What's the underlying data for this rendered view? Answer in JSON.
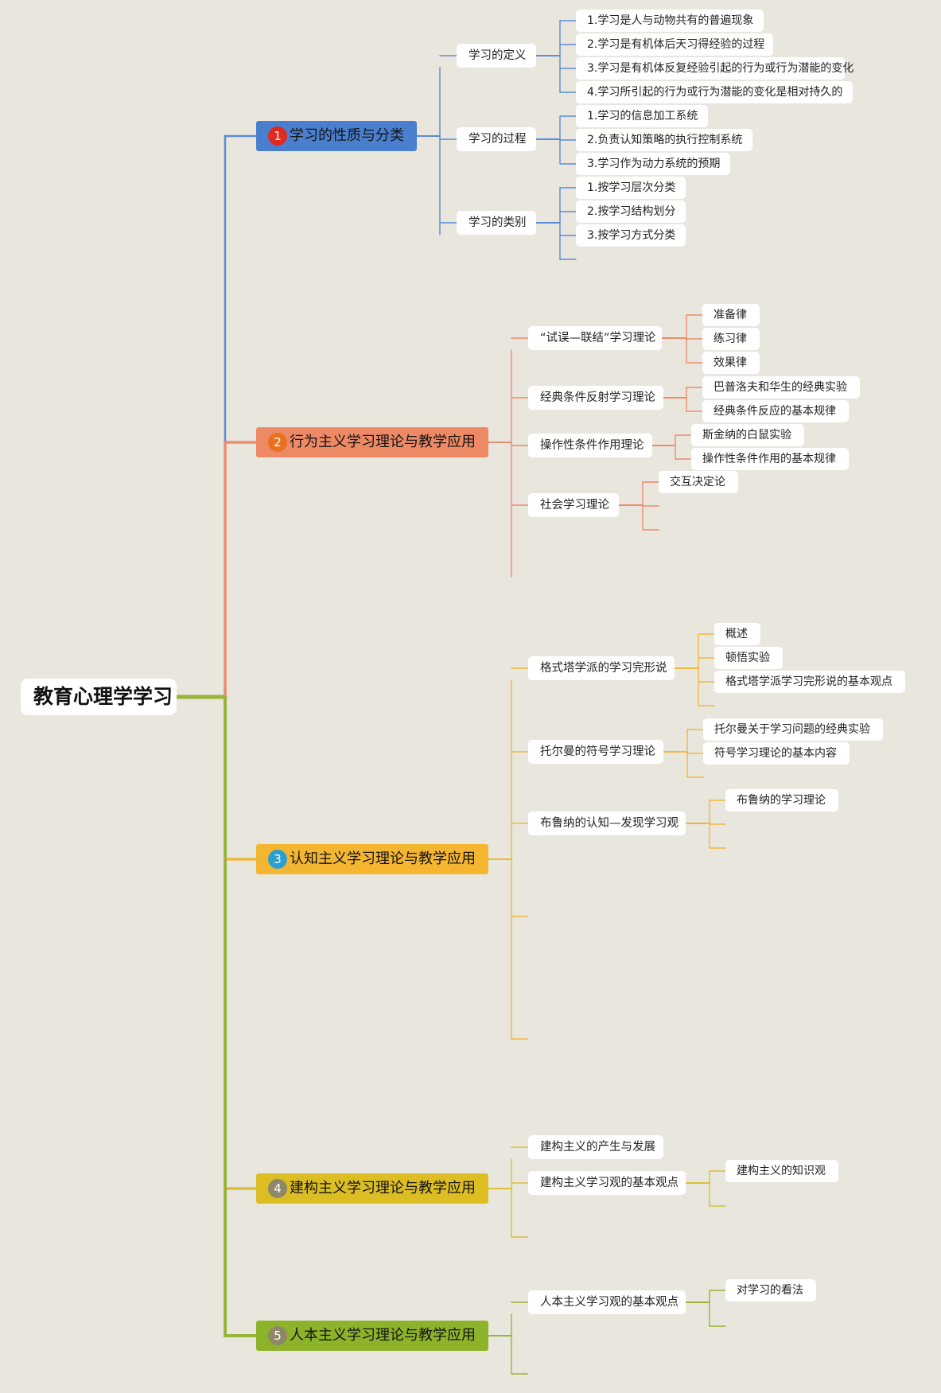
{
  "root": "教育心理学学习",
  "branches": [
    {
      "num": "1",
      "label": "学习的性质与分类",
      "color": "#4a7fcf",
      "badge_color": "#e02a1e",
      "line_color": "#5b8bd8",
      "children": [
        {
          "label": "学习的定义",
          "children": [
            "1.学习是人与动物共有的普遍现象",
            "2.学习是有机体后天习得经验的过程",
            "3.学习是有机体反复经验引起的行为或行为潜能的变化",
            "4.学习所引起的行为或行为潜能的变化是相对持久的"
          ]
        },
        {
          "label": "学习的过程",
          "children": [
            "1.学习的信息加工系统",
            "2.负责认知策略的执行控制系统",
            "3.学习作为动力系统的预期"
          ]
        },
        {
          "label": "学习的类别",
          "children": [
            "1.按学习层次分类",
            "2.按学习结构划分",
            "3.按学习方式分类"
          ]
        }
      ]
    },
    {
      "num": "2",
      "label": "行为主义学习理论与教学应用",
      "color": "#ee8966",
      "badge_color": "#e8701e",
      "line_color": "#ec8c6e",
      "children": [
        {
          "label": "“试误—联结”学习理论",
          "children": [
            "准备律",
            "练习律",
            "效果律"
          ]
        },
        {
          "label": "经典条件反射学习理论",
          "children": [
            "巴普洛夫和华生的经典实验",
            "经典条件反应的基本规律"
          ]
        },
        {
          "label": "操作性条件作用理论",
          "children": [
            "斯金纳的白鼠实验",
            "操作性条件作用的基本规律"
          ]
        },
        {
          "label": "社会学习理论",
          "children": [
            "交互决定论"
          ]
        }
      ]
    },
    {
      "num": "3",
      "label": "认知主义学习理论与教学应用",
      "color": "#f4b631",
      "badge_color": "#2a9fd0",
      "line_color": "#f0b93e",
      "children": [
        {
          "label": "格式塔学派的学习完形说",
          "children": [
            "概述",
            "顿悟实验",
            "格式塔学派学习完形说的基本观点"
          ]
        },
        {
          "label": "托尔曼的符号学习理论",
          "children": [
            "托尔曼关于学习问题的经典实验",
            "符号学习理论的基本内容"
          ]
        },
        {
          "label": "布鲁纳的认知—发现学习观",
          "children": [
            "布鲁纳的学习理论"
          ]
        }
      ]
    },
    {
      "num": "4",
      "label": "建构主义学习理论与教学应用",
      "color": "#dcbd23",
      "badge_color": "#8e8868",
      "line_color": "#d9c037",
      "children": [
        {
          "label": "建构主义的产生与发展",
          "children": []
        },
        {
          "label": "建构主义学习观的基本观点",
          "children": [
            "建构主义的知识观"
          ]
        }
      ]
    },
    {
      "num": "5",
      "label": "人本主义学习理论与教学应用",
      "color": "#8db32a",
      "badge_color": "#8e8868",
      "line_color": "#98b43a",
      "children": [
        {
          "label": "人本主义学习观的基本观点",
          "children": [
            "对学习的看法"
          ]
        }
      ]
    }
  ]
}
